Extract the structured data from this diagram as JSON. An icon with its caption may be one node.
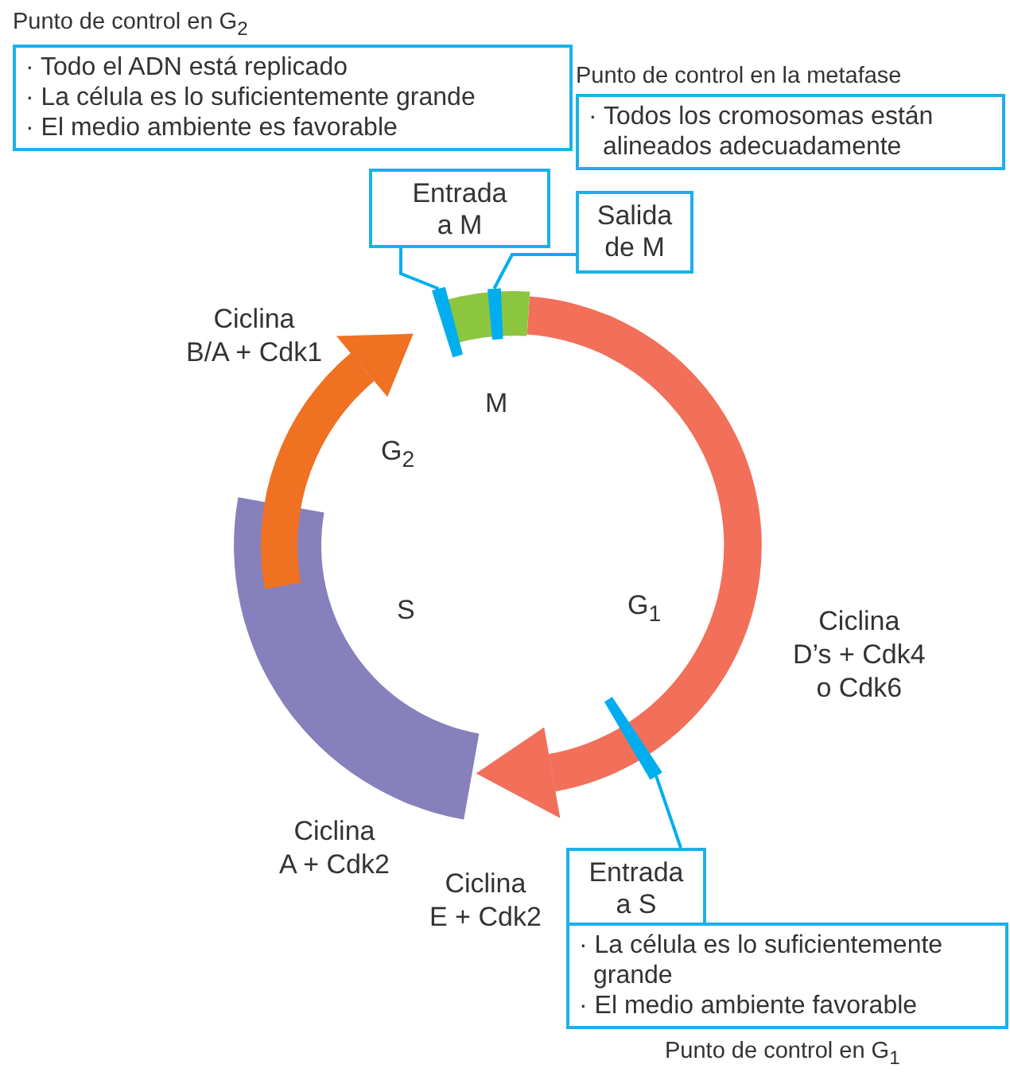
{
  "diagram": {
    "nodes": [
      {
        "text": [
          "Punto de control en G$_{2}$",
          "· Todo el ADN está replicado",
          "· La célula es lo suficientemente grande",
          "· El medio ambiente es favorable"
        ]
      },
      {
        "text": [
          "Entrada a M"
        ]
      },
      {
        "text": [
          "Punto de control en la metafase",
          "· Todos los cromosomas están alineados adecuadamente"
        ]
      },
      {
        "text": [
          "Salida de M"
        ]
      },
      {
        "text": [
          "Entrada a S"
        ]
      },
      {
        "text": [
          "· La célula es lo suficientemente grande",
          "· El medio ambiente favorable",
          "Punto de control en G$_{1}$"
        ]
      },
      {
        "text": [],
        "shape": "bar"
      },
      {
        "text": [],
        "shape": "bar"
      },
      {
        "text": [],
        "shape": "bar"
      }
    ],
    "edges": [
      {
        "from": 1,
        "to": 6,
        "arrow": "none"
      },
      {
        "from": 3,
        "to": 7,
        "arrow": "none"
      },
      {
        "from": 4,
        "to": 8,
        "arrow": "none"
      }
    ],
    "labels": [
      "Ciclina B/A + Cdk1",
      "M",
      "G$_{2}$",
      "S",
      "G$_{1}$",
      "Ciclina D’s + Cdk4 o Cdk6",
      "Ciclina A + Cdk2",
      "Ciclina E + Cdk2"
    ]
  }
}
